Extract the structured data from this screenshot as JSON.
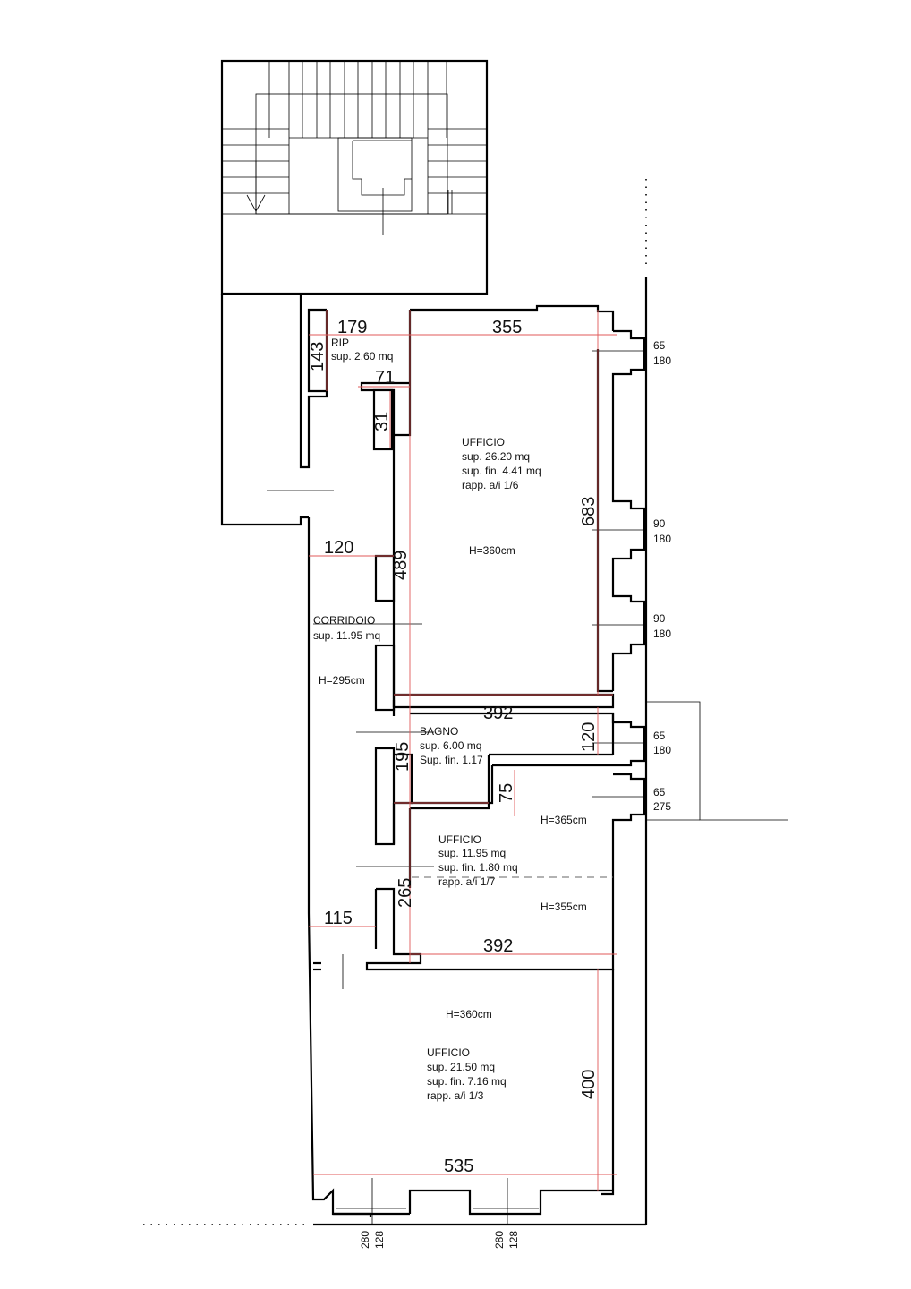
{
  "rooms": {
    "rip": {
      "name": "RIP",
      "area": "sup. 2.60 mq"
    },
    "ufficio1": {
      "name": "UFFICIO",
      "area": "sup. 26.20 mq",
      "window": "sup. fin. 4.41 mq",
      "ratio": "rapp. a/i 1/6",
      "height": "H=360cm"
    },
    "corridoio": {
      "name": "CORRIDOIO",
      "area": "sup. 11.95 mq",
      "height": "H=295cm"
    },
    "bagno": {
      "name": "BAGNO",
      "area": "sup. 6.00 mq",
      "window": "Sup. fin. 1.17"
    },
    "ufficio2": {
      "name": "UFFICIO",
      "area": "sup. 11.95 mq",
      "window": "sup. fin. 1.80 mq",
      "ratio": "rapp. a/i 1/7",
      "height_a": "H=365cm",
      "height_b": "H=355cm"
    },
    "ufficio3": {
      "name": "UFFICIO",
      "area": "sup. 21.50 mq",
      "window": "sup. fin. 7.16 mq",
      "ratio": "rapp. a/i 1/3",
      "height": "H=360cm"
    }
  },
  "dimensions": {
    "d179": "179",
    "d355": "355",
    "d143": "143",
    "d71": "71",
    "d31": "31",
    "d683": "683",
    "d120a": "120",
    "d489": "489",
    "d392a": "392",
    "d120b": "120",
    "d195": "195",
    "d75": "75",
    "d265": "265",
    "d115": "115",
    "d392b": "392",
    "d400": "400",
    "d535": "535"
  },
  "openings": [
    {
      "top": "65",
      "bottom": "180"
    },
    {
      "top": "90",
      "bottom": "180"
    },
    {
      "top": "90",
      "bottom": "180"
    },
    {
      "top": "65",
      "bottom": "180"
    },
    {
      "top": "65",
      "bottom": "275"
    }
  ],
  "bottom_openings": [
    {
      "a": "128",
      "b": "280"
    },
    {
      "a": "128",
      "b": "280"
    }
  ]
}
